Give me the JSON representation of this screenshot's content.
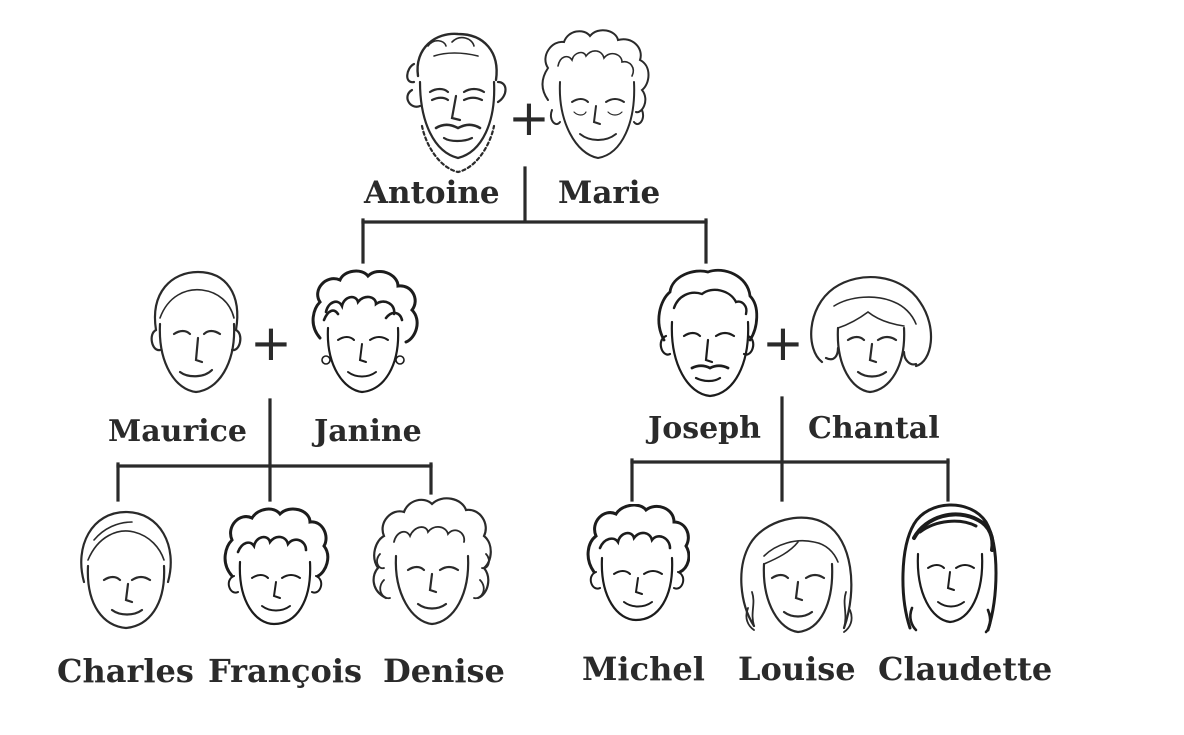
{
  "colors": {
    "ink": "#2a2a2a",
    "hair": "#1c1c1c",
    "paper": "#ffffff"
  },
  "plus_sign": "+",
  "people": {
    "antoine": {
      "name": "Antoine",
      "icon": "grandfather-face-icon"
    },
    "marie": {
      "name": "Marie",
      "icon": "grandmother-face-icon"
    },
    "maurice": {
      "name": "Maurice",
      "icon": "man-face-icon"
    },
    "janine": {
      "name": "Janine",
      "icon": "woman-curly-hair-face-icon"
    },
    "joseph": {
      "name": "Joseph",
      "icon": "man-mustache-face-icon"
    },
    "chantal": {
      "name": "Chantal",
      "icon": "woman-bob-hair-face-icon"
    },
    "charles": {
      "name": "Charles",
      "icon": "boy-face-icon"
    },
    "francois": {
      "name": "François",
      "icon": "boy-curly-hair-face-icon"
    },
    "denise": {
      "name": "Denise",
      "icon": "girl-curly-hair-face-icon"
    },
    "michel": {
      "name": "Michel",
      "icon": "boy-curly-hair-face-icon"
    },
    "louise": {
      "name": "Louise",
      "icon": "girl-long-hair-face-icon"
    },
    "claudette": {
      "name": "Claudette",
      "icon": "girl-dark-hair-face-icon"
    }
  }
}
